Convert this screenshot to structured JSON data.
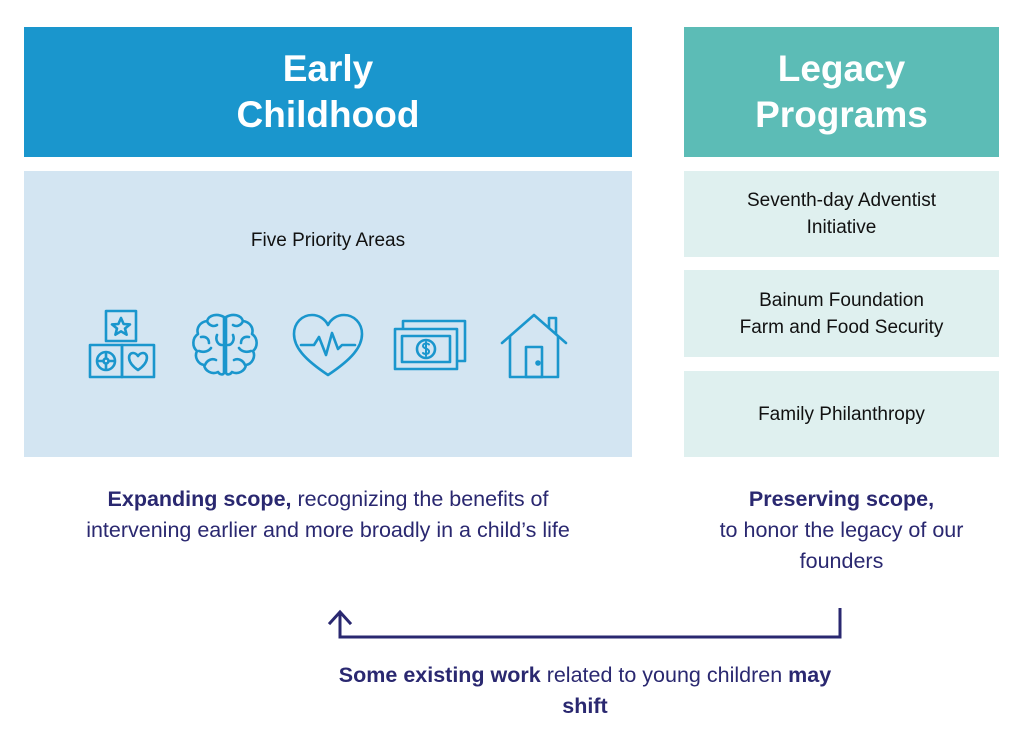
{
  "early_childhood": {
    "title": "Early\nChildhood",
    "priority_label": "Five Priority Areas",
    "icons": [
      "blocks-icon",
      "brain-icon",
      "heart-pulse-icon",
      "money-icon",
      "house-icon"
    ],
    "caption_bold": "Expanding scope,",
    "caption_rest": " recognizing the benefits of intervening earlier and more broadly in a child’s life"
  },
  "legacy": {
    "title": "Legacy\nPrograms",
    "items": [
      "Seventh-day Adventist\nInitiative",
      "Bainum Foundation\nFarm and Food Security",
      "Family Philanthropy"
    ],
    "caption_bold": "Preserving scope,",
    "caption_rest": "to honor the legacy of our founders"
  },
  "shift": {
    "bold1": "Some existing work",
    "rest1": " related to young children ",
    "bold2": "may shift"
  },
  "colors": {
    "early_header": "#1a96cd",
    "legacy_header": "#5cbcb6",
    "early_panel": "#d3e5f2",
    "legacy_panel": "#dff0ef",
    "icon_stroke": "#1a96cd",
    "caption_text": "#2a2870"
  }
}
